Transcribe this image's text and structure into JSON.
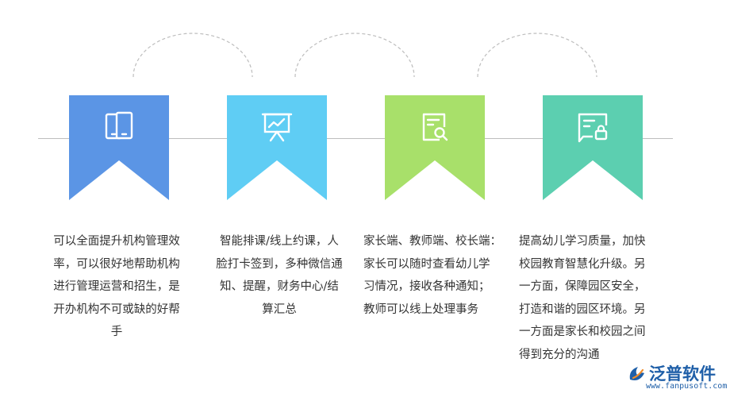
{
  "steps": [
    {
      "color": "#5b95e5",
      "icon": "tablet-phone-icon",
      "lines": [
        "可以全面提升机构管理效",
        "率，可以很好地帮助机构",
        "进行管理运营和招生，是",
        "开办机构不可或缺的好帮",
        "手"
      ]
    },
    {
      "color": "#5fcdf4",
      "icon": "presentation-chart-icon",
      "lines": [
        "智能排课/线上约课，人",
        "脸打卡签到，多种微信通",
        "知、提醒，财务中心/结",
        "算汇总"
      ]
    },
    {
      "color": "#a8e06a",
      "icon": "document-search-icon",
      "lines": [
        "家长端、教师端、校长端：",
        "家长可以随时查看幼儿学",
        "习情况，接收各种通知；",
        "教师可以线上处理事务"
      ]
    },
    {
      "color": "#5ccfb0",
      "icon": "secure-message-icon",
      "lines": [
        "提高幼儿学习质量，加快",
        "校园教育智慧化升级。另",
        "一方面，保障园区安全，",
        "打造和谐的园区环境。另",
        "一方面是家长和校园之间",
        "得到充分的沟通"
      ]
    }
  ],
  "logo": {
    "name": "泛普软件",
    "url": "www.fanpusoft.com",
    "color": "#1f5fa8"
  }
}
